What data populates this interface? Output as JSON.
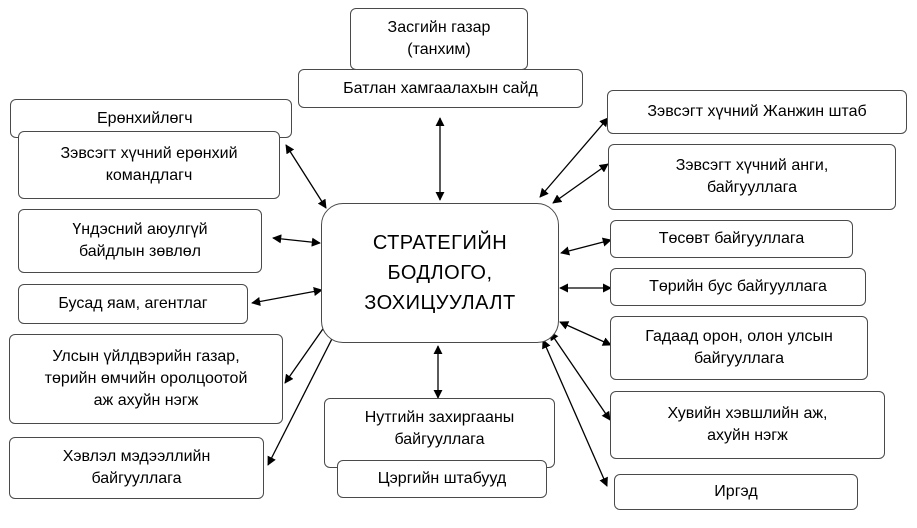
{
  "center": "СТРАТЕГИЙН\nБОДЛОГО,\nЗОХИЦУУЛАЛТ",
  "nodes": {
    "government": "Засгийн газар\n(танхим)",
    "defense_ministry": "Батлан хамгаалахын сайд",
    "president": "Ерөнхийлөгч",
    "commander_in_chief": "Зэвсэгт хүчний ерөнхий\nкомандлагч",
    "security_council": "Үндэсний аюулгүй\nбайдлын зөвлөл",
    "other_ministries": "Бусад яам, агентлаг",
    "state_enterprises": "Улсын үйлдвэрийн газар,\nтөрийн өмчийн оролцоотой\nаж ахуйн нэгж",
    "media": "Хэвлэл мэдээллийн\nбайгууллага",
    "local_admin": "Нутгийн захиргааны\nбайгууллага",
    "military_staffs": "Цэргийн штабууд",
    "general_staff": "Зэвсэгт хүчний Жанжин штаб",
    "armed_units": "Зэвсэгт хүчний анги,\nбайгууллага",
    "budget_orgs": "Төсөвт байгууллага",
    "ngos": "Төрийн бус байгууллага",
    "foreign_orgs": "Гадаад орон, олон улсын\nбайгууллага",
    "private_sector": "Хувийн хэвшлийн аж,\nахуйн нэгж",
    "citizens": "Иргэд"
  }
}
